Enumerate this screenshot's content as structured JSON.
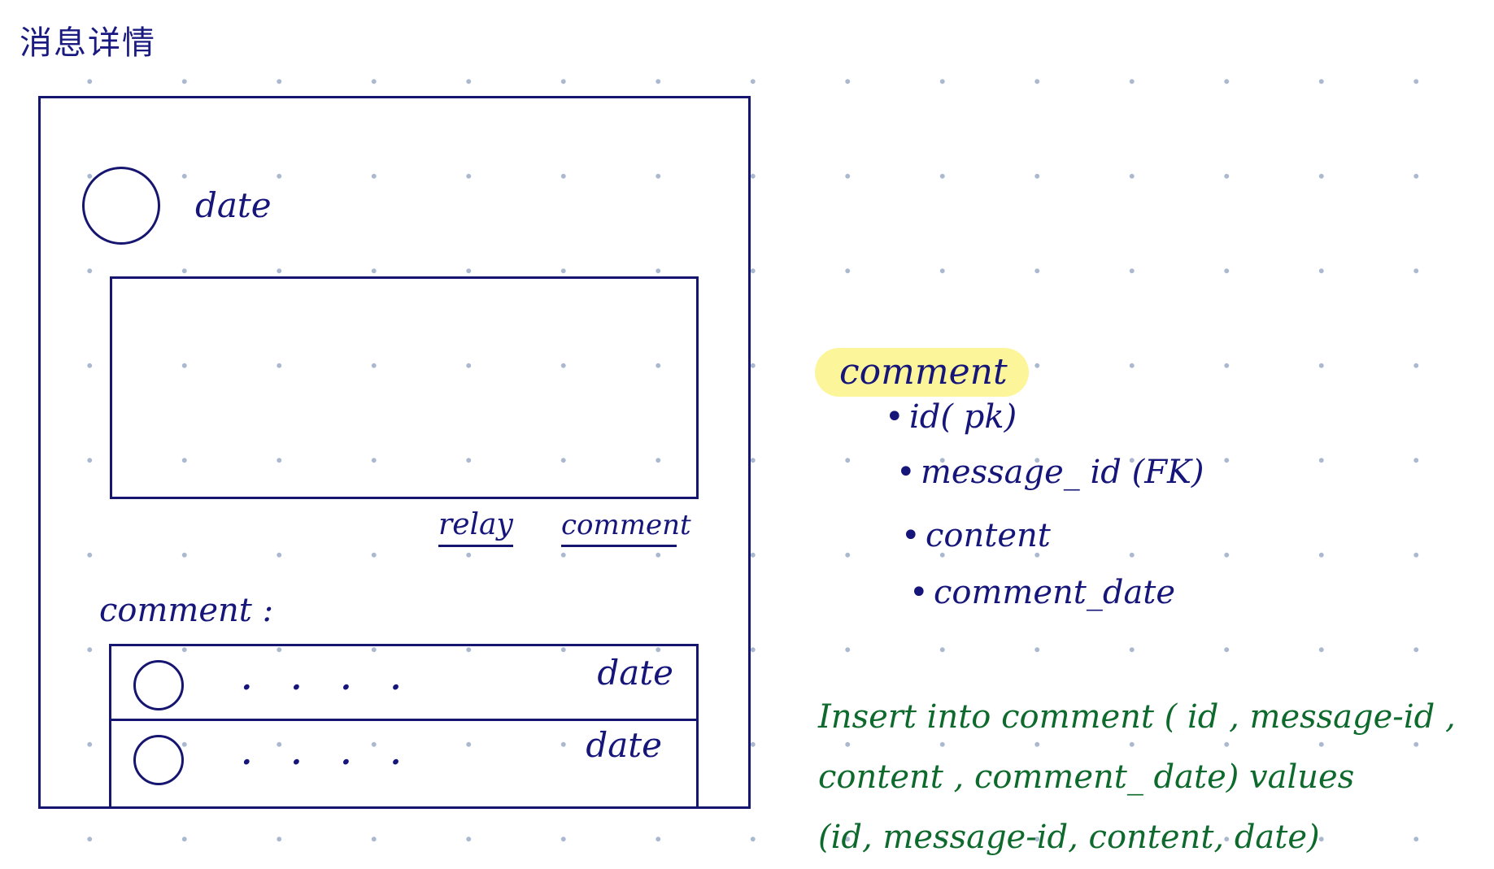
{
  "page_title": "消息详情",
  "post": {
    "date_label": "date",
    "relay_label": "relay",
    "comment_label": "comment"
  },
  "comments_section": {
    "label": "comment :",
    "rows": [
      {
        "placeholder": ". . . .",
        "date": "date"
      },
      {
        "placeholder": ". . . .",
        "date": "date"
      }
    ]
  },
  "schema": {
    "entity": "comment",
    "fields": [
      "id( pk)",
      "message_ id (FK)",
      "content",
      "comment_date"
    ]
  },
  "sql": {
    "line1": "Insert into comment ( id , message-id ,",
    "line2": "content , comment_ date) values",
    "line3": "(id, message-id, content, date)"
  },
  "colors": {
    "ink": "#16167a",
    "highlight": "#fcf59a",
    "sql_ink": "#0e6a2c"
  }
}
